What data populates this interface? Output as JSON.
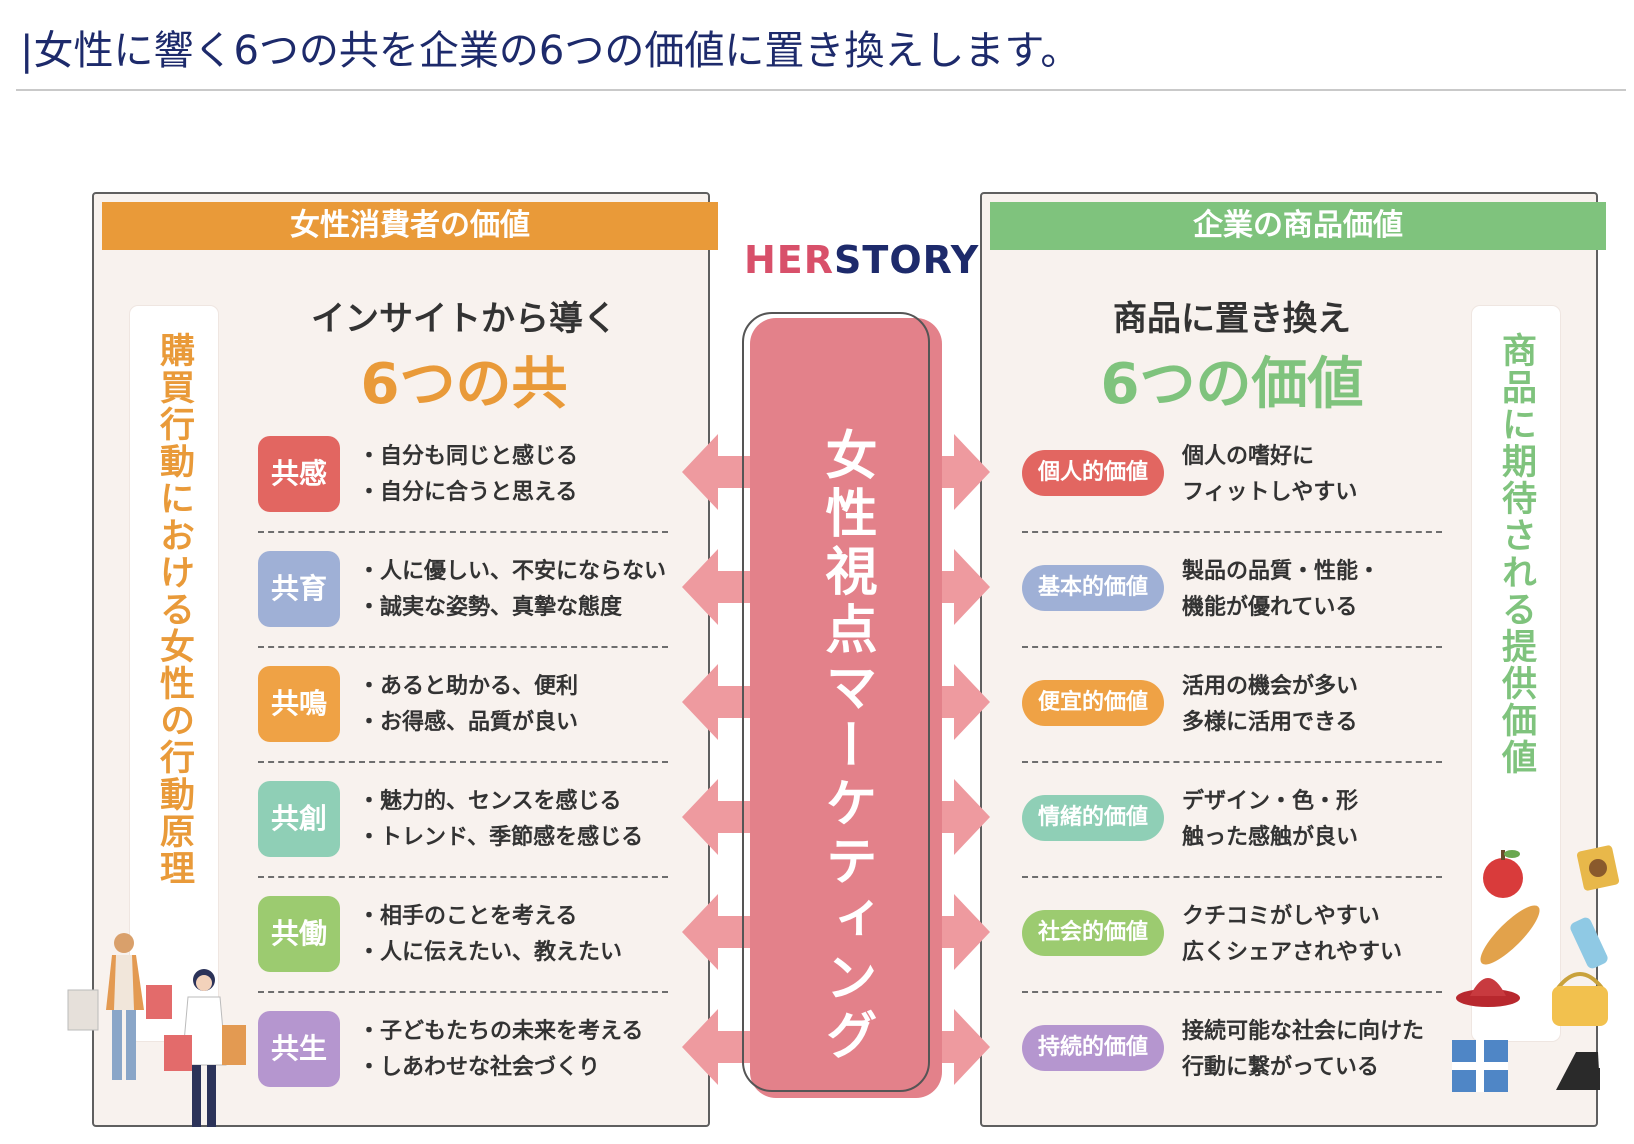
{
  "page_title": "|女性に響く6つの共を企業の6つの価値に置き換えします。",
  "brand": {
    "her": "HER",
    "story": "STORY"
  },
  "center_label": "女性視点マーケティング",
  "left_panel": {
    "header": "女性消費者の価値",
    "side_text": "購買行動における女性の行動原理",
    "subtitle1": "インサイトから導く",
    "subtitle2": "6つの共",
    "rows": [
      {
        "badge": "共感",
        "color": "#e26661",
        "line1": "・自分も同じと感じる",
        "line2": "・自分に合うと思える"
      },
      {
        "badge": "共育",
        "color": "#9fb0d6",
        "line1": "・人に優しい、不安にならない",
        "line2": "・誠実な姿勢、真摯な態度"
      },
      {
        "badge": "共鳴",
        "color": "#efa245",
        "line1": "・あると助かる、便利",
        "line2": "・お得感、品質が良い"
      },
      {
        "badge": "共創",
        "color": "#8fcfb6",
        "line1": "・魅力的、センスを感じる",
        "line2": "・トレンド、季節感を感じる"
      },
      {
        "badge": "共働",
        "color": "#9ccb70",
        "line1": "・相手のことを考える",
        "line2": "・人に伝えたい、教えたい"
      },
      {
        "badge": "共生",
        "color": "#b596cf",
        "line1": "・子どもたちの未来を考える",
        "line2": "・しあわせな社会づくり"
      }
    ]
  },
  "right_panel": {
    "header": "企業の商品価値",
    "side_text": "商品に期待される提供価値",
    "subtitle1": "商品に置き換え",
    "subtitle2": "6つの価値",
    "rows": [
      {
        "badge": "個人的価値",
        "color": "#e26661",
        "line1": "個人の嗜好に",
        "line2": "フィットしやすい"
      },
      {
        "badge": "基本的価値",
        "color": "#9fb0d6",
        "line1": "製品の品質・性能・",
        "line2": "機能が優れている"
      },
      {
        "badge": "便宜的価値",
        "color": "#efa245",
        "line1": "活用の機会が多い",
        "line2": "多様に活用できる"
      },
      {
        "badge": "情緒的価値",
        "color": "#8fcfb6",
        "line1": "デザイン・色・形",
        "line2": "触った感触が良い"
      },
      {
        "badge": "社会的価値",
        "color": "#9ccb70",
        "line1": "クチコミがしやすい",
        "line2": "広くシェアされやすい"
      },
      {
        "badge": "持続的価値",
        "color": "#b596cf",
        "line1": "接続可能な社会に向けた",
        "line2": "行動に繋がっている"
      }
    ]
  },
  "colors": {
    "arrow": "#ee9a9f",
    "center": "#e3818a",
    "left_accent": "#e99a39",
    "right_accent": "#7fc37d"
  },
  "icons": [
    "shoppers-illustration",
    "apple-icon",
    "bread-icon",
    "snack-bag-icon",
    "water-bottle-icon",
    "hat-icon",
    "handbag-icon",
    "gift-icon",
    "shoe-icon"
  ]
}
